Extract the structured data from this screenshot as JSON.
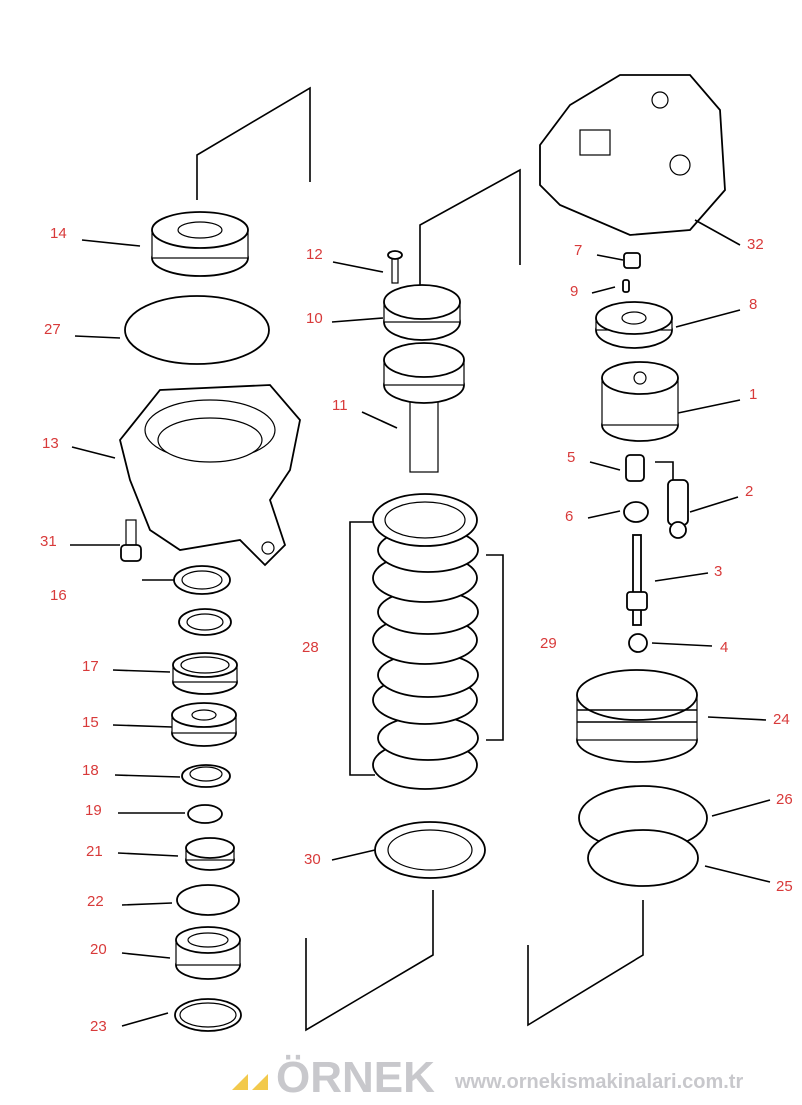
{
  "watermark": {
    "brand": "ÖRNEK",
    "url": "www.ornekismakinalari.com.tr",
    "accent_color": "#f2c94c"
  },
  "label_color": "#d83a3a",
  "callouts": [
    "14",
    "27",
    "13",
    "31",
    "16",
    "17",
    "15",
    "18",
    "19",
    "21",
    "22",
    "20",
    "23",
    "12",
    "10",
    "11",
    "28",
    "29",
    "30",
    "7",
    "9",
    "8",
    "32",
    "1",
    "5",
    "2",
    "6",
    "3",
    "4",
    "24",
    "26",
    "25"
  ]
}
